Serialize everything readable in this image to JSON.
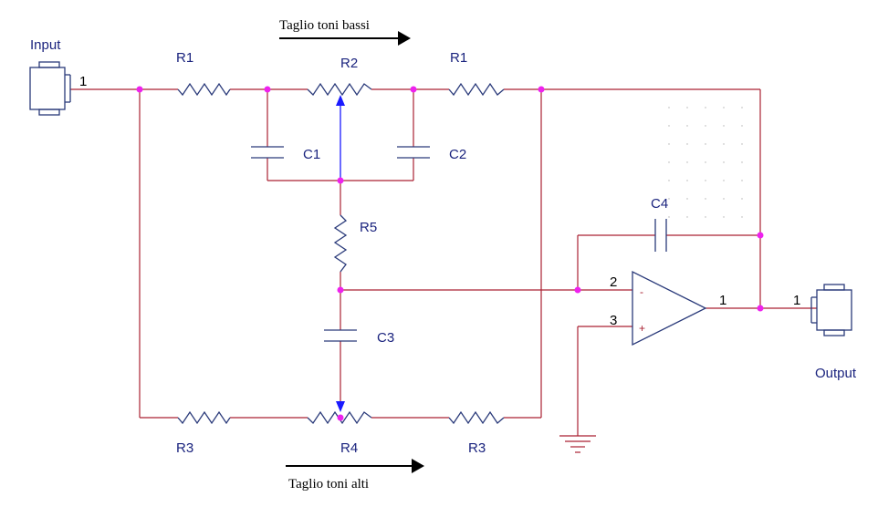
{
  "labels": {
    "input": "Input",
    "output": "Output",
    "r1_left": "R1",
    "r2": "R2",
    "r1_right": "R1",
    "c1": "C1",
    "c2": "C2",
    "r5": "R5",
    "c3": "C3",
    "c4": "C4",
    "r3_left": "R3",
    "r4": "R4",
    "r3_right": "R3"
  },
  "pins": {
    "input_pin": "1",
    "opamp_inv": "2",
    "opamp_noninv": "3",
    "opamp_out": "1",
    "output_pin": "1"
  },
  "opamp_signs": {
    "minus": "-",
    "plus": "+"
  },
  "annotations": {
    "bass": "Taglio toni bassi",
    "treble": "Taglio toni alti"
  },
  "colors": {
    "wire": "#aa2233",
    "component": "#2a3a7a",
    "node": "#ee22ee",
    "label": "#1a237e"
  }
}
